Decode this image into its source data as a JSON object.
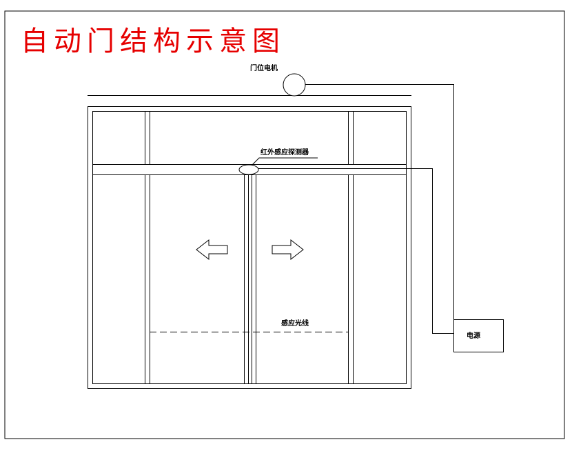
{
  "title": "自动门结构示意图",
  "labels": {
    "motor": "门位电机",
    "sensor": "红外感应探测器",
    "light_beam": "感应光线",
    "power": "电源"
  },
  "colors": {
    "title": "#e60000",
    "lines": "#000000",
    "background": "#ffffff"
  }
}
